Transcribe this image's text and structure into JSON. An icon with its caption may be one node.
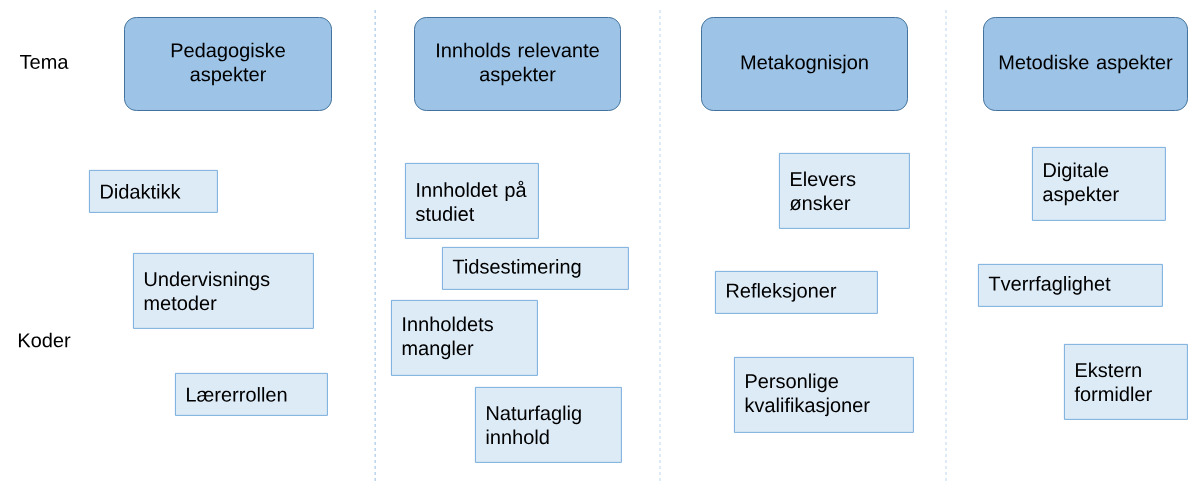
{
  "diagram": {
    "nodes": [
      {
        "text": [
          "Pedagogiske aspekter"
        ]
      },
      {
        "text": [
          "Innholds relevante aspekter"
        ]
      },
      {
        "text": [
          "Metakognisjon"
        ]
      },
      {
        "text": [
          "Metodiske aspekter"
        ]
      },
      {
        "text": [
          "Didaktikk"
        ]
      },
      {
        "text": [
          "Undervisnings metoder"
        ]
      },
      {
        "text": [
          "Lærerrollen"
        ]
      },
      {
        "text": [
          "Innholdet på studiet"
        ]
      },
      {
        "text": [
          "Tidsestimering"
        ]
      },
      {
        "text": [
          "Innholdets mangler"
        ]
      },
      {
        "text": [
          "Naturfaglig innhold"
        ]
      },
      {
        "text": [
          "Elevers ønsker"
        ]
      },
      {
        "text": [
          "Refleksjoner"
        ]
      },
      {
        "text": [
          "Personlige kvalifikasjoner"
        ]
      },
      {
        "text": [
          "Digitale aspekter"
        ]
      },
      {
        "text": [
          "Tverrfaglighet"
        ]
      },
      {
        "text": [
          "Ekstern formidler"
        ]
      }
    ],
    "labels": [
      "Tema",
      "Koder"
    ]
  }
}
